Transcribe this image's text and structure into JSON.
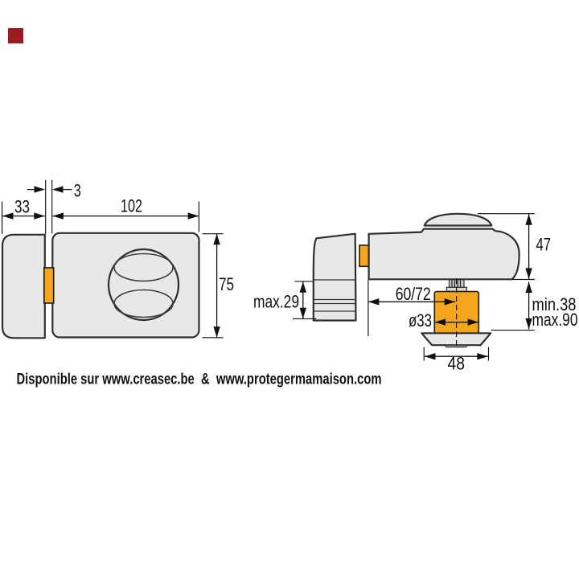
{
  "brand_mark": {
    "color": "#9c1b1e"
  },
  "diagram": {
    "front_view": {
      "dim_gap": "3",
      "dim_plate_width": "33",
      "dim_body_width": "102",
      "dim_body_height": "75"
    },
    "side_view": {
      "dim_plate_depth": "max.29",
      "dim_backset": "60/72",
      "dim_cylinder_diameter": "ø33",
      "dim_body_depth": "47",
      "dim_cylinder_min": "min.38",
      "dim_cylinder_max": "max.90",
      "dim_rosette_width": "48"
    },
    "colors": {
      "part_fill": "#e8e8e8",
      "outline": "#2f2f2f",
      "accent_orange": "#f2a51d"
    }
  },
  "footer": {
    "availability_text": "Disponible sur www.creasec.be  &  www.protegermamaison.com"
  }
}
